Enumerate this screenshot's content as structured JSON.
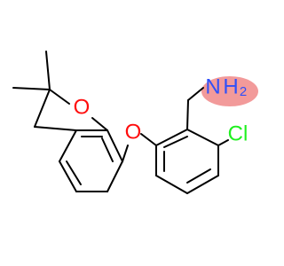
{
  "molecule": {
    "atoms": {
      "oxygen_ring": "O",
      "oxygen_ether": "O",
      "nitrogen": "N",
      "hydrogen_group": "H",
      "hydrogen_count": "2",
      "chlorine": "Cl"
    },
    "colors": {
      "oxygen": "#ff0d0d",
      "nitrogen": "#3050f8",
      "chlorine": "#1ff01f",
      "amine_highlight": "#f29a9a"
    }
  }
}
